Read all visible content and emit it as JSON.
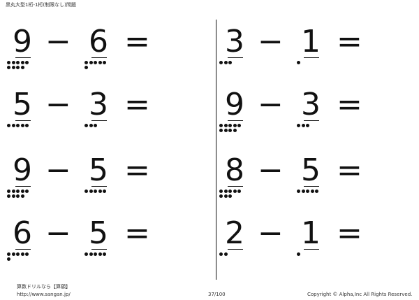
{
  "header": {
    "title": "黒丸大型1桁-1桁(制限なし)問題"
  },
  "operator": "−",
  "equals": "=",
  "problems": [
    {
      "a": "9",
      "b": "6"
    },
    {
      "a": "3",
      "b": "1"
    },
    {
      "a": "5",
      "b": "3"
    },
    {
      "a": "9",
      "b": "3"
    },
    {
      "a": "9",
      "b": "5"
    },
    {
      "a": "8",
      "b": "5"
    },
    {
      "a": "6",
      "b": "5"
    },
    {
      "a": "2",
      "b": "1"
    }
  ],
  "footer": {
    "brand": "算数ドリルなら【算願】",
    "url": "http://www.sangan.jp/",
    "page": "37/100",
    "copyright": "Copyright © Alpha,Inc All Rights Reserved."
  }
}
